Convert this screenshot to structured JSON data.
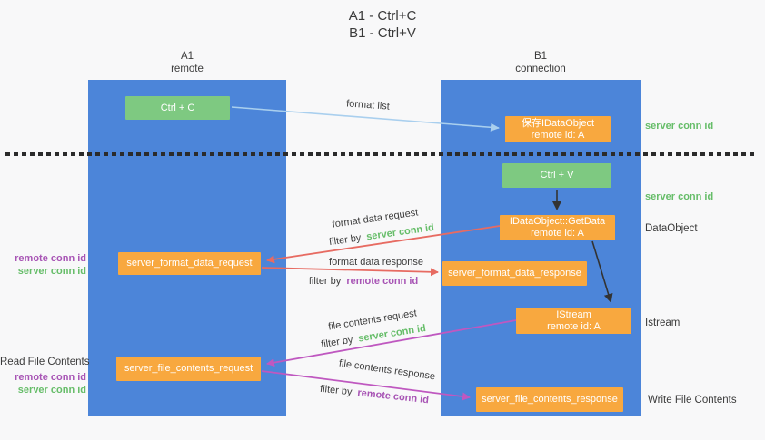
{
  "title": {
    "line1": "A1 - Ctrl+C",
    "line2": "B1 - Ctrl+V"
  },
  "columns": {
    "left": {
      "name": "A1",
      "role": "remote"
    },
    "right": {
      "name": "B1",
      "role": "connection"
    }
  },
  "nodes": {
    "ctrl_c": {
      "label": "Ctrl + C"
    },
    "save_dataobject": {
      "line1": "保存IDataObject",
      "line2": "remote id: A"
    },
    "ctrl_v": {
      "label": "Ctrl + V"
    },
    "getdata": {
      "line1": "IDataObject::GetData",
      "line2": "remote id: A"
    },
    "format_request": {
      "label": "server_format_data_request"
    },
    "format_response": {
      "label": "server_format_data_response"
    },
    "istream": {
      "line1": "IStream",
      "line2": "remote id: A"
    },
    "file_request": {
      "label": "server_file_contents_request"
    },
    "file_response": {
      "label": "server_file_contents_response"
    }
  },
  "arrows": {
    "format_list": {
      "label": "format list"
    },
    "format_data_request": {
      "label": "format data request",
      "filter_prefix": "filter by",
      "filter_key": "server conn id"
    },
    "format_data_response": {
      "label": "format data response",
      "filter_prefix": "filter by",
      "filter_key": "remote conn id"
    },
    "file_contents_request": {
      "label": "file contents request",
      "filter_prefix": "filter by",
      "filter_key": "server conn id"
    },
    "file_contents_response": {
      "label": "file contents response",
      "filter_prefix": "filter by",
      "filter_key": "remote conn id"
    }
  },
  "side_labels": {
    "right_top_server_conn_id": "server conn id",
    "right_mid_server_conn_id": "server conn id",
    "dataobject": "DataObject",
    "istream": "Istream",
    "write_file_contents": "Write File Contents",
    "read_file_contents": "Read File Contents",
    "left_top": {
      "remote_conn_id": "remote conn id",
      "server_conn_id": "server conn id"
    },
    "left_bottom": {
      "remote_conn_id": "remote conn id",
      "server_conn_id": "server conn id"
    }
  },
  "colors": {
    "background": "#f8f8f9",
    "column_blue": "#4c85d9",
    "node_green": "#7ec981",
    "node_orange": "#f8a83f",
    "arrow_red": "#e76b62",
    "arrow_magenta": "#bf58c0",
    "arrow_lightblue": "#a9cfee",
    "arrow_black": "#333333",
    "label_green": "#66bd69",
    "label_purple": "#a855b5",
    "divider_black": "#2b2b2b"
  }
}
